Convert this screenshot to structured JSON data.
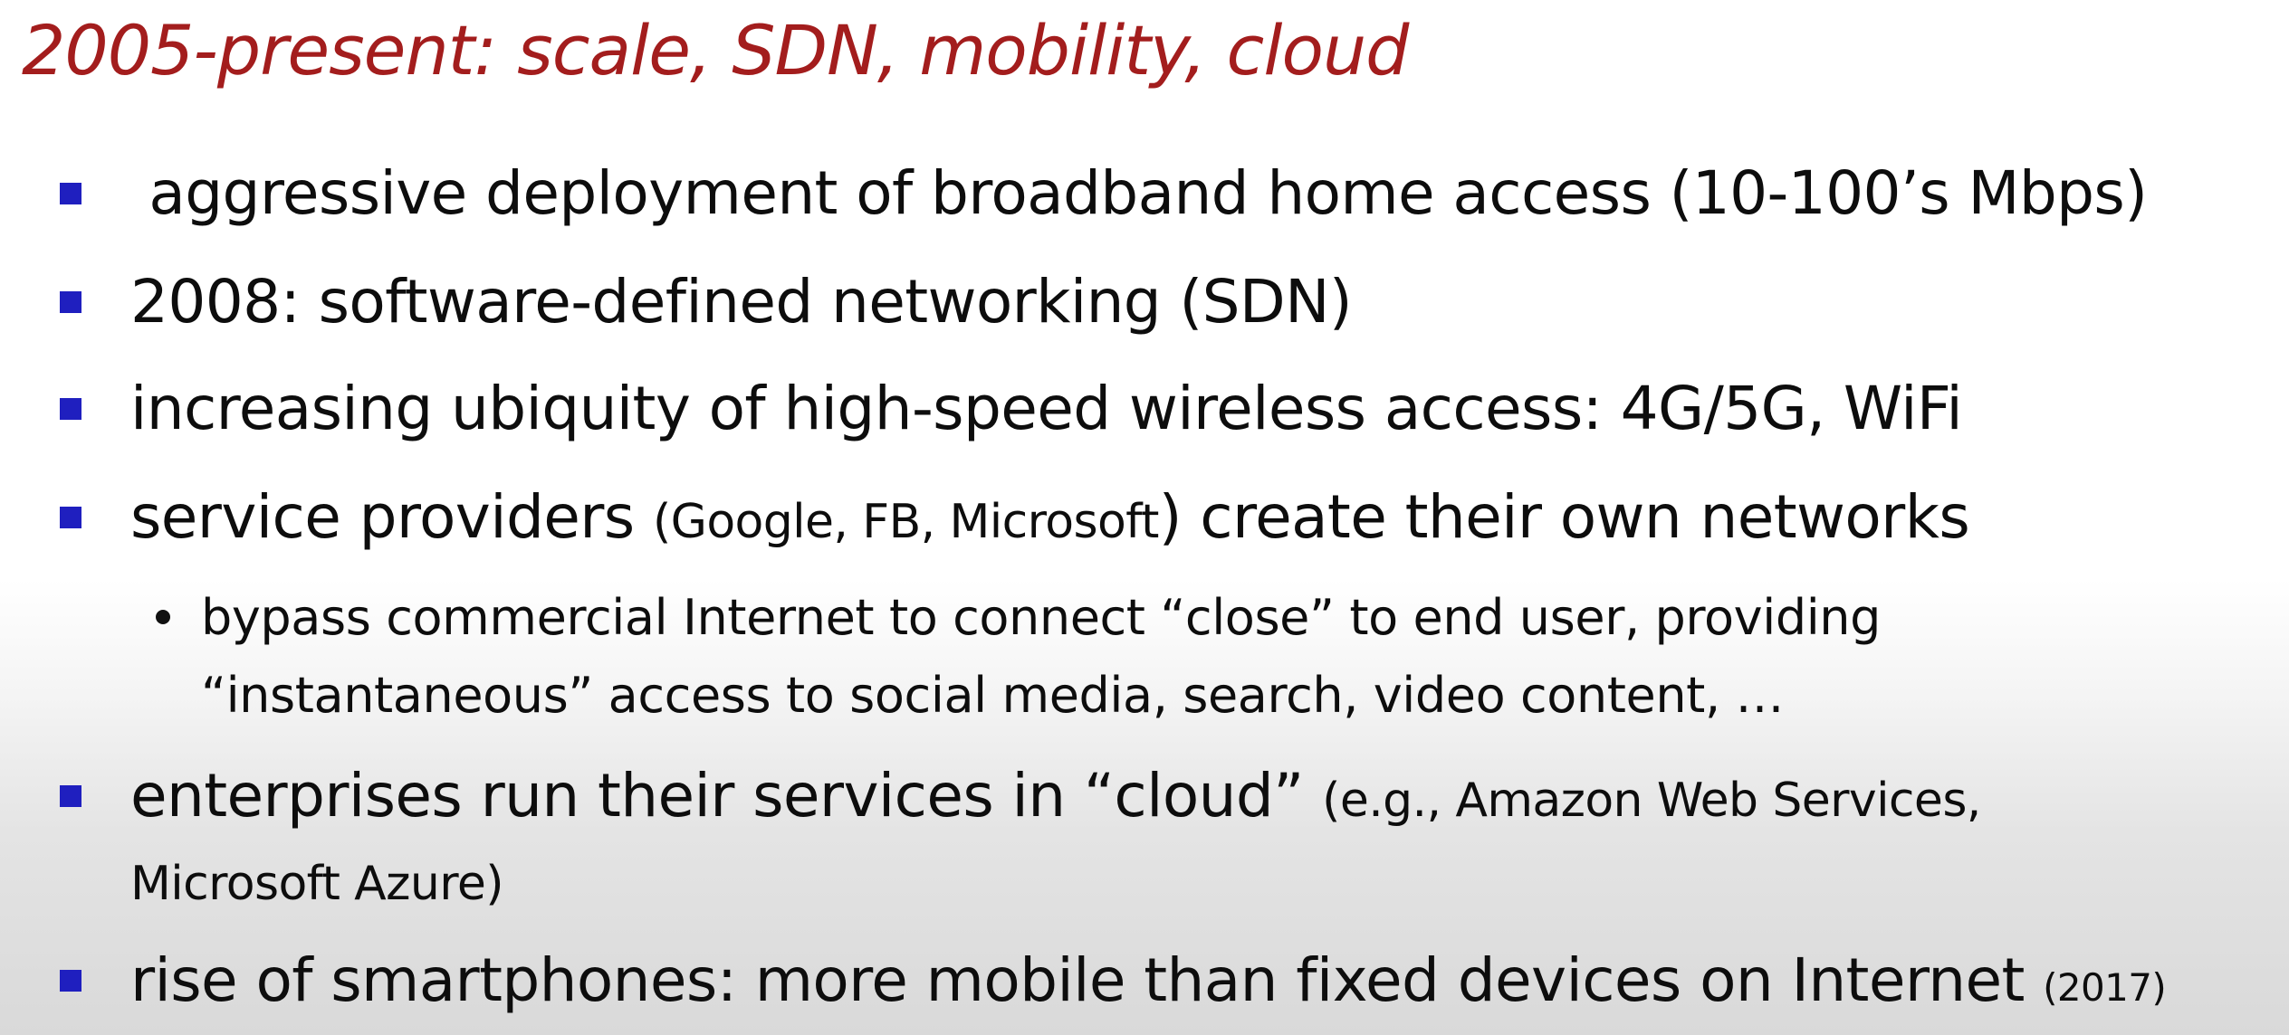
{
  "slide": {
    "title": "2005-present: scale, SDN, mobility, cloud",
    "colors": {
      "title": "#a31d1d",
      "bullet": "#1f1fbf",
      "text": "#0d0d0d"
    },
    "bullets": [
      {
        "text": " aggressive deployment of broadband home access (10-100’s Mbps)"
      },
      {
        "text": "2008: software-defined networking (SDN)"
      },
      {
        "text": "increasing ubiquity of high-speed wireless access: 4G/5G, WiFi"
      },
      {
        "text_a": "service providers ",
        "text_small": "(Google, FB, Microsoft",
        "text_b": ") create their own networks",
        "sub": {
          "line1": "bypass commercial Internet to connect “close” to end user, providing",
          "line2": "“instantaneous” access to social media, search, video content, …"
        }
      },
      {
        "text_a": "enterprises run their services in “cloud” ",
        "text_small_1": "(e.g., Amazon Web Services,",
        "text_small_2": "Microsoft Azure)"
      },
      {
        "text_a": "rise of smartphones: more mobile than fixed devices on Internet ",
        "text_small": "(2017)"
      }
    ]
  }
}
